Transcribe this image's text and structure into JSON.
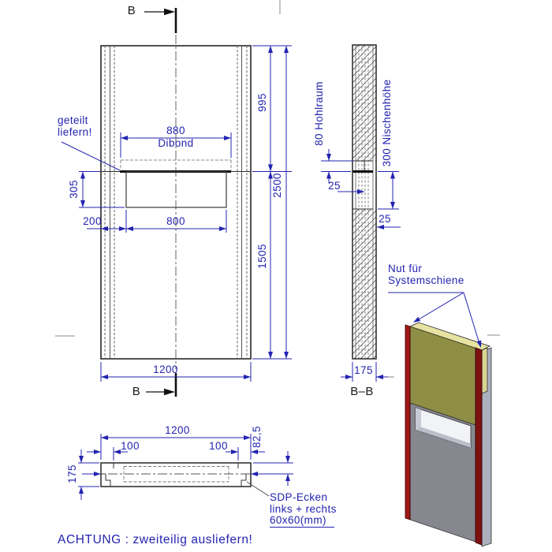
{
  "colors": {
    "dimension_blue": "#2323b0",
    "line_black": "#26262a",
    "olive_panel": "#8e8e44",
    "top_face_yellow": "#e6e3a2",
    "red_rail": "#9c1712",
    "gray_panel": "#87878f",
    "back_panel_gray": "#aab0bc"
  },
  "section_markers": {
    "top": "B",
    "bottom": "B"
  },
  "front_view": {
    "dibond_width": "880",
    "dibond_label": "Dibond",
    "niche_height": "305",
    "left_offset": "200",
    "niche_width": "800",
    "width": "1200",
    "upper_height": "995",
    "lower_height": "1505",
    "total_height": "2500",
    "split_note_1": "geteilt",
    "split_note_2": "liefern!"
  },
  "section_view": {
    "cavity": "80 Hohlraum",
    "niche_height": "300 Nischenhöhe",
    "front_thickness": "25",
    "back_thickness": "25",
    "depth": "175",
    "title": "B–B"
  },
  "plan_view": {
    "width": "1200",
    "groove_left": "100",
    "groove_right": "100",
    "depth": "175",
    "face_offset": "82,5"
  },
  "labels": {
    "nut_1": "Nut für",
    "nut_2": "Systemschiene",
    "sdp_1": "SDP-Ecken",
    "sdp_2": "links + rechts",
    "sdp_3": "60x60(mm)",
    "warning": "ACHTUNG : zweiteilig ausliefern!"
  }
}
